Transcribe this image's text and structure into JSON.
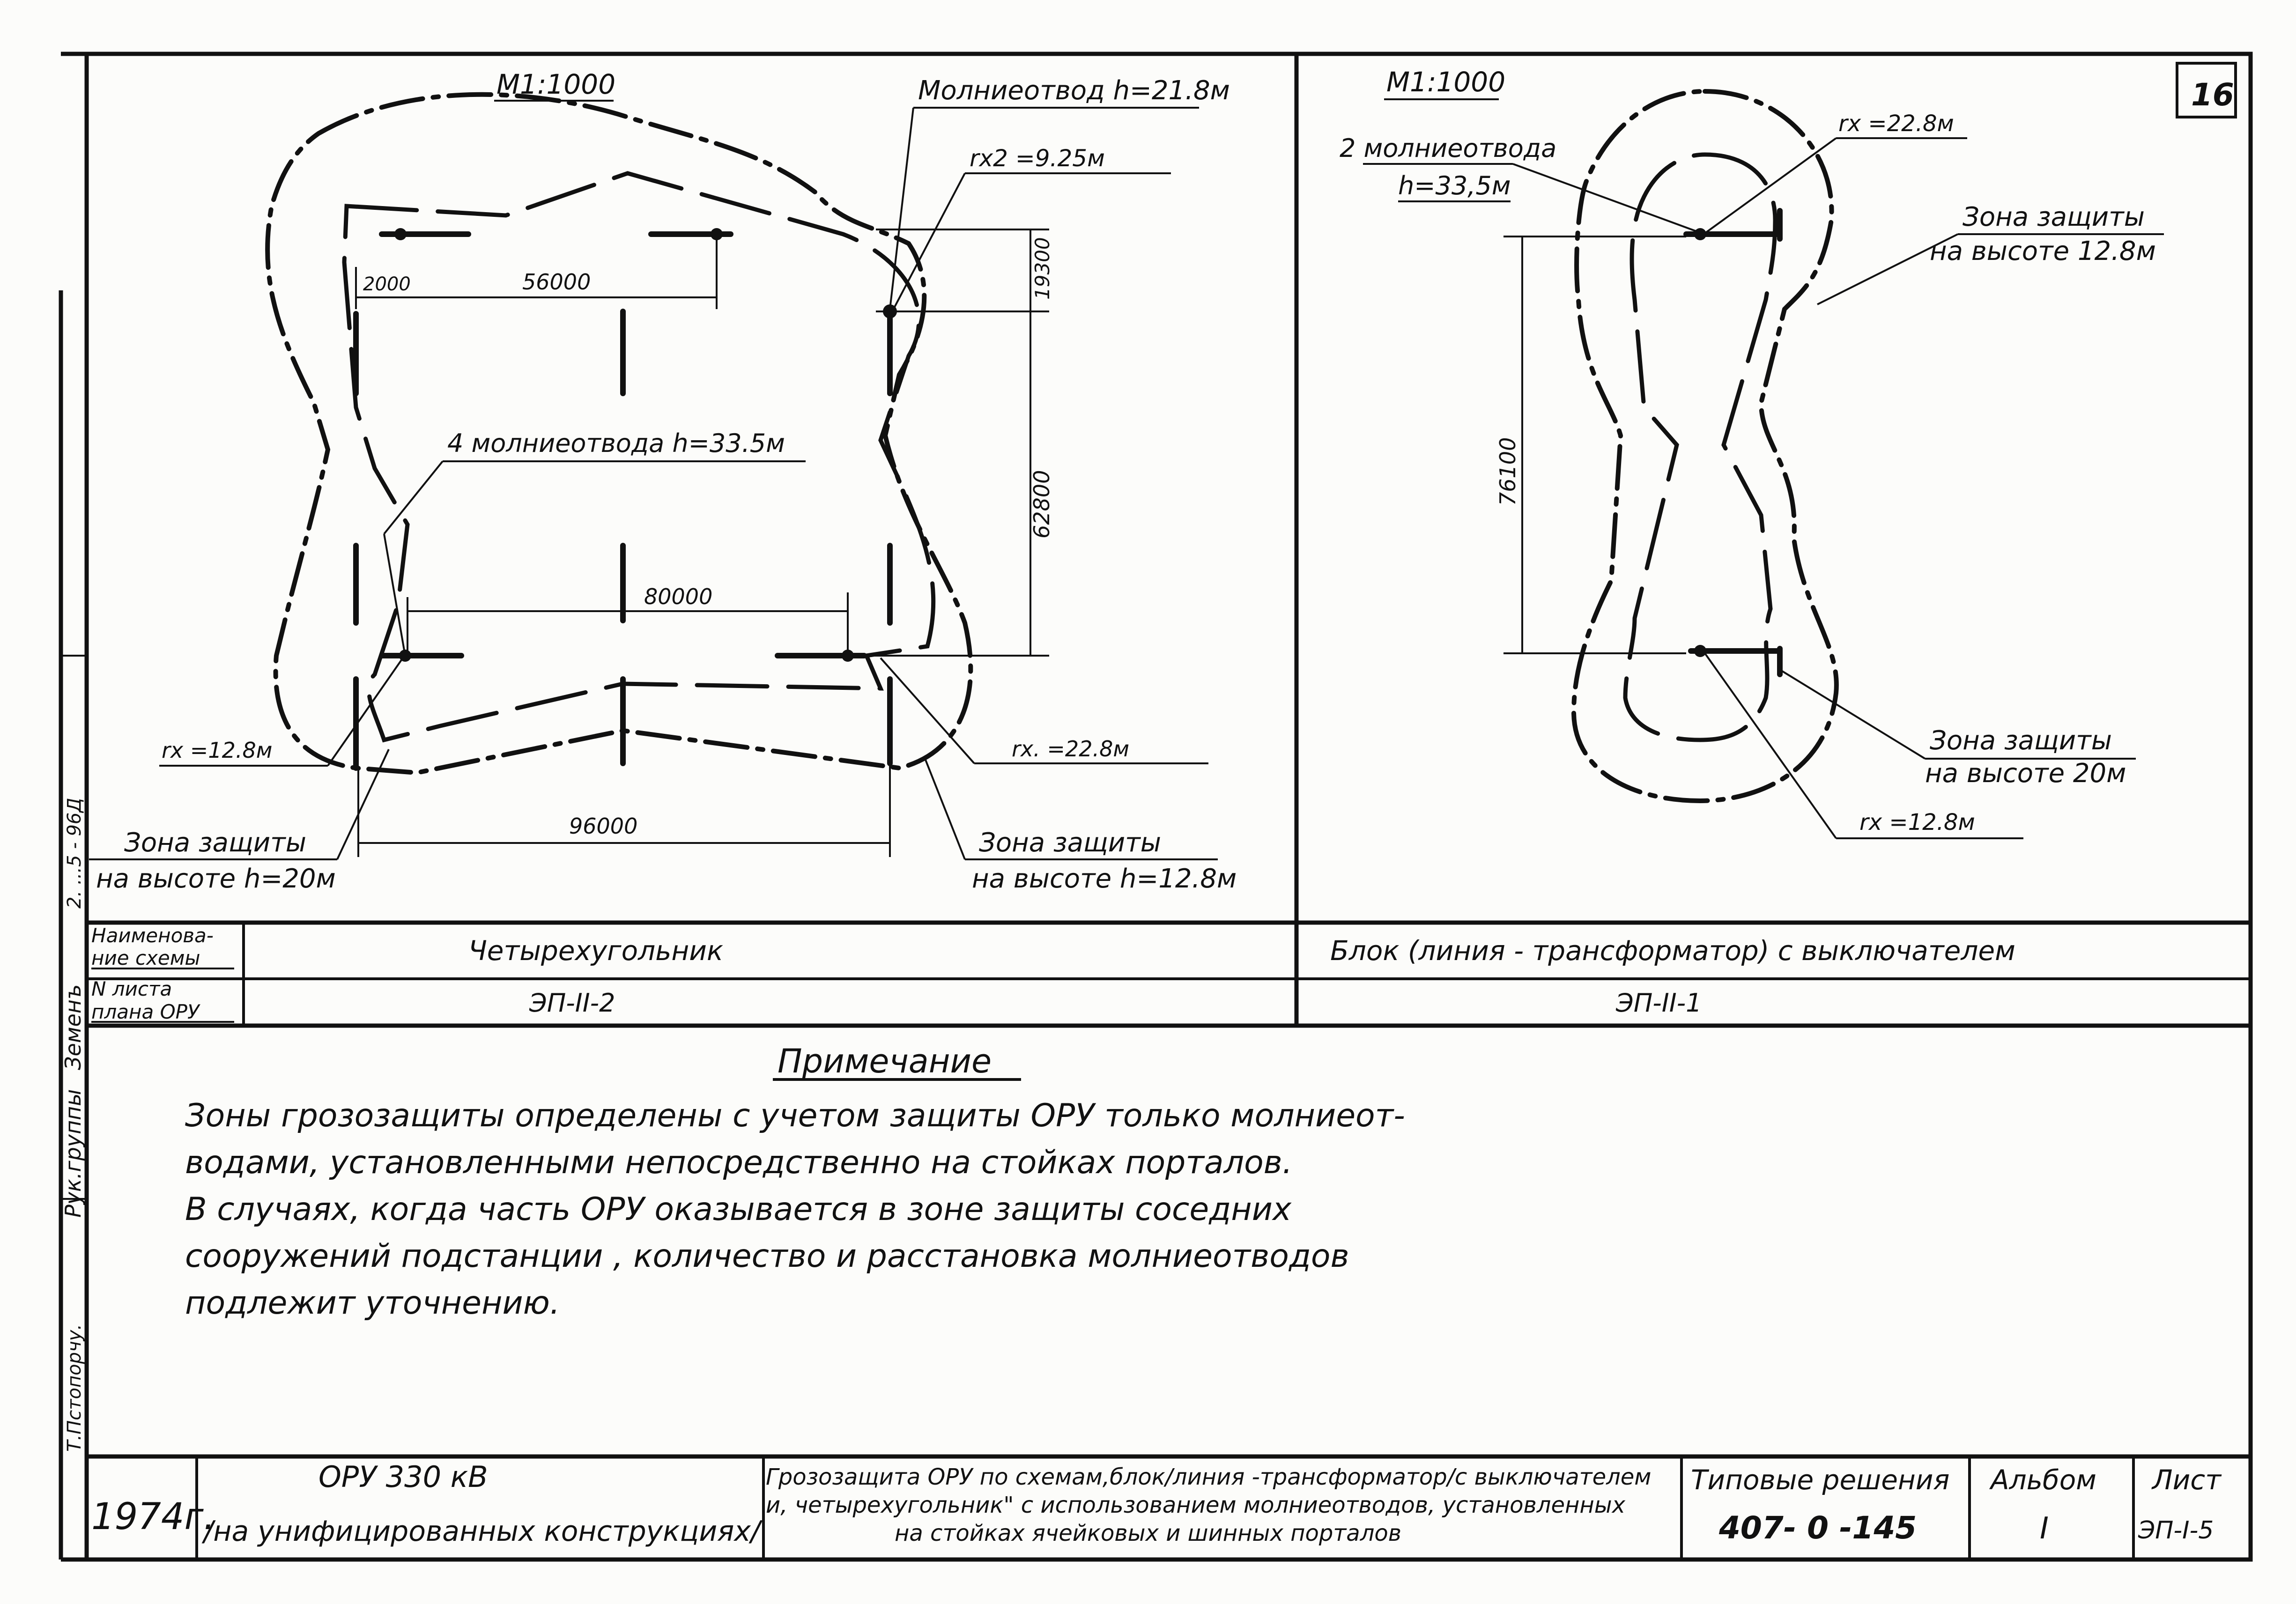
{
  "sheet_number": "16",
  "left_plan": {
    "scale": "М1:1000",
    "lightning_rod_height": "Молниеотвод h=21.8м",
    "rx_top": "rх2 =9.25м",
    "dim_2000": "2000",
    "dim_56000": "56000",
    "dim_19300": "19300",
    "dim_62800": "62800",
    "four_rods": "4 молниеотвода h=33.5м",
    "dim_80000": "80000",
    "rx_left": "rх =12.8м",
    "rx_right": "rх. =22.8м",
    "dim_96000": "96000",
    "zone_left_1": "Зона защиты",
    "zone_left_2": "на высоте h=20м",
    "zone_right_1": "Зона защиты",
    "zone_right_2": "на высоте h=12.8м"
  },
  "right_plan": {
    "scale": "М1:1000",
    "two_rods_1": "2 молниеотвода",
    "two_rods_2": "h=33,5м",
    "rx_top": "rх =22.8м",
    "zone_top_1": "Зона защиты",
    "zone_top_2": "на высоте 12.8м",
    "dim_76100": "76100",
    "zone_bottom_1": "Зона защиты",
    "zone_bottom_2": "на высоте 20м",
    "rx_bottom": "rх =12.8м"
  },
  "schema_table": {
    "row1_label_1": "Наименова-",
    "row1_label_2": "ние схемы",
    "row2_label_1": "N листа",
    "row2_label_2": "плана ОРУ",
    "left_name": "Четырехугольник",
    "right_name": "Блок  (линия - трансформатор) с выключателем",
    "left_sheet": "ЭП-II-2",
    "right_sheet": "ЭП-II-1"
  },
  "note": {
    "title": "Примечание",
    "lines": [
      "Зоны грозозащиты определены  с учетом  защиты ОРУ  только молниеот-",
      "водами, установленными  непосредственно на стойках  порталов.",
      "В случаях, когда часть  ОРУ  оказывается  в зоне  защиты соседних",
      "сооружений подстанции ,  количество  и расстановка  молниеотводов",
      "подлежит  уточнению."
    ]
  },
  "side_strip": {
    "top": "Земенъ",
    "middle": "Рук.группы",
    "bottom": "Т.Пстопорчу.",
    "sign": "2. ...5 - 96Д"
  },
  "title_block": {
    "year": "1974г.",
    "object_1": "ОРУ 330 кВ",
    "object_2": "/на унифицированных конструкциях/",
    "description_1": "Грозозащита ОРУ по схемам,блок/линия -трансформатор/с выключателем",
    "description_2": "и, четырехугольник\" с использованием молниеотводов, установленных",
    "description_3": "на стойках ячейковых и шинных порталов",
    "typical_label": "Типовые решения",
    "typical_code": "407- 0 -145",
    "album_label": "Альбом",
    "album_value": "I",
    "sheet_label": "Лист",
    "sheet_value": "ЭП-I-5"
  }
}
